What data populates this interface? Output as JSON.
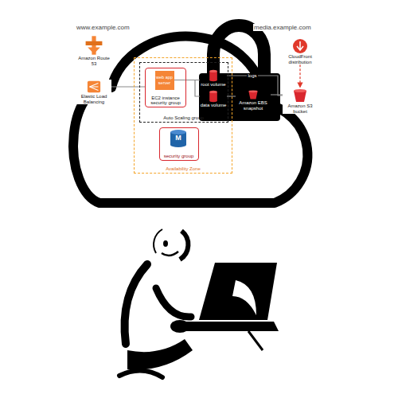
{
  "diagram": {
    "nodes": [
      {
        "text": [
          "Amazon Route 53"
        ]
      },
      {
        "text": [
          "Elastic Load Balancing"
        ]
      },
      {
        "text": [
          "Availability Zone"
        ]
      },
      {
        "text": [
          "Auto Scaling group"
        ],
        "in": 2
      },
      {
        "text": [
          "EC2 instance security group"
        ],
        "in": 3
      },
      {
        "text": [
          "web app server"
        ],
        "in": 4
      },
      {
        "text": [
          "root volume"
        ],
        "in": 3
      },
      {
        "text": [
          "data volume"
        ],
        "in": 3
      },
      {
        "text": [
          "security group"
        ],
        "in": 2
      },
      {
        "text": [
          "M"
        ],
        "in": 8
      },
      {
        "text": [
          "Amazon EBS snapshot"
        ]
      },
      {
        "text": [
          "CloudFront distribution"
        ]
      },
      {
        "text": [
          "Amazon S3 bucket"
        ]
      }
    ],
    "edges": [
      {
        "from": 1,
        "to": 4,
        "arrow": "none"
      },
      {
        "from": 5,
        "to": 6,
        "arrow": "none"
      },
      {
        "from": 5,
        "to": 7,
        "arrow": "none"
      },
      {
        "from": 6,
        "to": 12,
        "label": "logs",
        "arrow": "none"
      },
      {
        "from": 7,
        "to": 10,
        "arrow": "none"
      },
      {
        "from": 10,
        "to": 12,
        "arrow": "none"
      },
      {
        "from": 11,
        "to": 12,
        "arrow": "to"
      }
    ],
    "labels": [
      "www.example.com",
      "media.example.com"
    ]
  }
}
